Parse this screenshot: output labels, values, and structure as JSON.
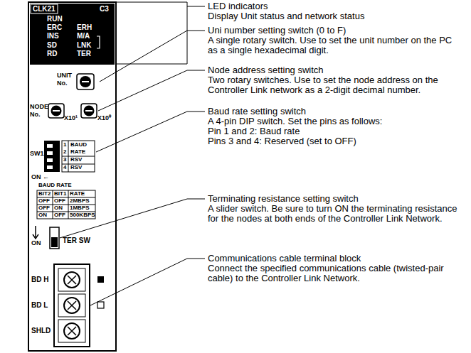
{
  "diagram": {
    "labels": [
      "CLK21",
      "C3",
      "RUN",
      "ERC",
      "INS",
      "SD",
      "RD",
      "ERH",
      "M/A",
      "LNK",
      "TER",
      "UNIT",
      "No.",
      "NODE",
      "No.",
      "X10¹",
      "X10⁰",
      "SW1",
      "1",
      "BAUD",
      "2",
      "RATE",
      "3",
      "RSV",
      "4",
      "RSV",
      "ON ←",
      "BAUD RATE",
      "BIT2",
      "BIT1",
      "RATE",
      "OFF",
      "OFF",
      "2MBPS",
      "OFF",
      "ON",
      "1MBPS",
      "ON",
      "OFF",
      "500KBPS",
      "ON",
      "TER SW",
      "BD H",
      "BD L",
      "SHLD",
      "LED indicators",
      "Display Unit status and network status",
      "Uni number setting switch (0 to F)",
      "A single rotary switch. Use to set the unit number on the PC as a single hexadecimal digit.",
      "Node address setting switch",
      "Two rotary switches. Use to set the node address on the Controller Link network as a 2-digit decimal number.",
      "Baud rate setting switch",
      "A 4-pin DIP switch. Set the pins as follows:",
      "Pin 1 and 2: Baud rate",
      "Pins 3 and 4: Reserved (set to OFF)",
      "Terminating resistance setting switch",
      "A slider switch. Be sure to turn ON the terminating resistance for the nodes at both ends of the Controller Link Network.",
      "Communications cable terminal block",
      "Connect the specified communications cable (twisted-pair cable) to the Controller Link Network."
    ]
  }
}
